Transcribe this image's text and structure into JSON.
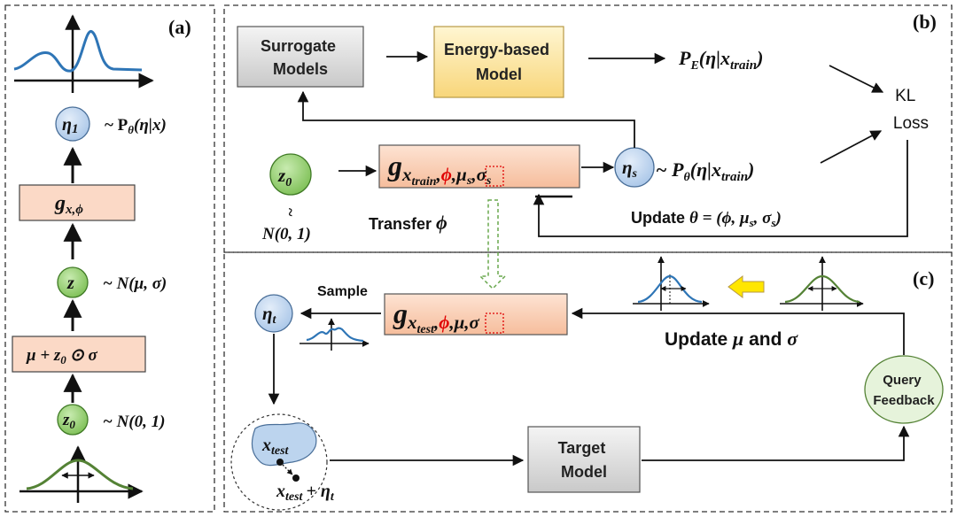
{
  "panels": {
    "a": "(a)",
    "b": "(b)",
    "c": "(c)"
  },
  "panel_a": {
    "eta1_symbol": "η",
    "eta1_sub": "1",
    "eta1_dist": "~ P",
    "eta1_dist_sub": "θ",
    "eta1_dist_args": "(η|x)",
    "g_symbol": "g",
    "g_sub": "x,ϕ",
    "z_symbol": "z",
    "z_dist": "~ N(μ, σ)",
    "reparam_mu": "μ + z",
    "reparam_sub": "0",
    "reparam_rest": "⊙ σ",
    "z0_symbol": "z",
    "z0_sub": "0",
    "z0_dist": "~ N(0, 1)"
  },
  "panel_b": {
    "surrogate_line1": "Surrogate",
    "surrogate_line2": "Models",
    "energy_line1": "Energy-based",
    "energy_line2": "Model",
    "pe_main": "P",
    "pe_sub": "E",
    "pe_args_1": "(η|x",
    "pe_args_sub": "train",
    "pe_args_2": ")",
    "kl_line1": "KL",
    "kl_line2": "Loss",
    "z0_symbol": "z",
    "z0_sub": "0",
    "tilde": "~",
    "z0_dist": "N(0, 1)",
    "g_symbol": "g",
    "g_sub_1": "x",
    "g_sub_train": "train",
    "g_phi": "ϕ",
    "g_rest": ",μ",
    "g_mu_sub": "s",
    "g_sigma": ",σ",
    "g_sigma_sub": "s",
    "eta_s_symbol": "η",
    "eta_s_sub": "s",
    "ptheta_prefix": "~ P",
    "ptheta_sub": "θ",
    "ptheta_args_1": "(η|x",
    "ptheta_args_sub": "train",
    "ptheta_args_2": ")",
    "transfer_label": "Transfer ",
    "transfer_phi": "ϕ",
    "update_label": "Update ",
    "update_formula": "θ = (ϕ, μ",
    "update_s1": "s",
    "update_mid": ", σ",
    "update_s2": "s",
    "update_end": ")"
  },
  "panel_c": {
    "eta_t_symbol": "η",
    "eta_t_sub": "t",
    "sample_label": "Sample",
    "g_symbol": "g",
    "g_sub_1": "x",
    "g_sub_test": "test",
    "g_phi": "ϕ",
    "g_rest": ",μ,σ",
    "update_label": "Update ",
    "update_mu": "μ",
    "update_and": " and ",
    "update_sigma": "σ",
    "query_line1": "Query",
    "query_line2": "Feedback",
    "target_line1": "Target",
    "target_line2": "Model",
    "xtest_symbol": "x",
    "xtest_sub": "test",
    "xtest_pert": "x",
    "xtest_pert_sub": "test",
    "xtest_pert_rest": "+ η",
    "xtest_pert_t": "t"
  },
  "colors": {
    "salmon_box": "#fbd9c6",
    "salmon_box_dark": "#f4b28e",
    "yellow_box_top": "#fff3c4",
    "yellow_box_bottom": "#f9d878",
    "gray_box_top": "#f2f2f2",
    "gray_box_bottom": "#bdbdbd",
    "blue_node": "#bcd4ee",
    "green_node": "#9fd37d",
    "green_ellipse": "#e6f3db",
    "curve_blue": "#2e75b6",
    "curve_green": "#548235",
    "phi_red": "#e00000",
    "arrow_yellow": "#ffe600"
  }
}
